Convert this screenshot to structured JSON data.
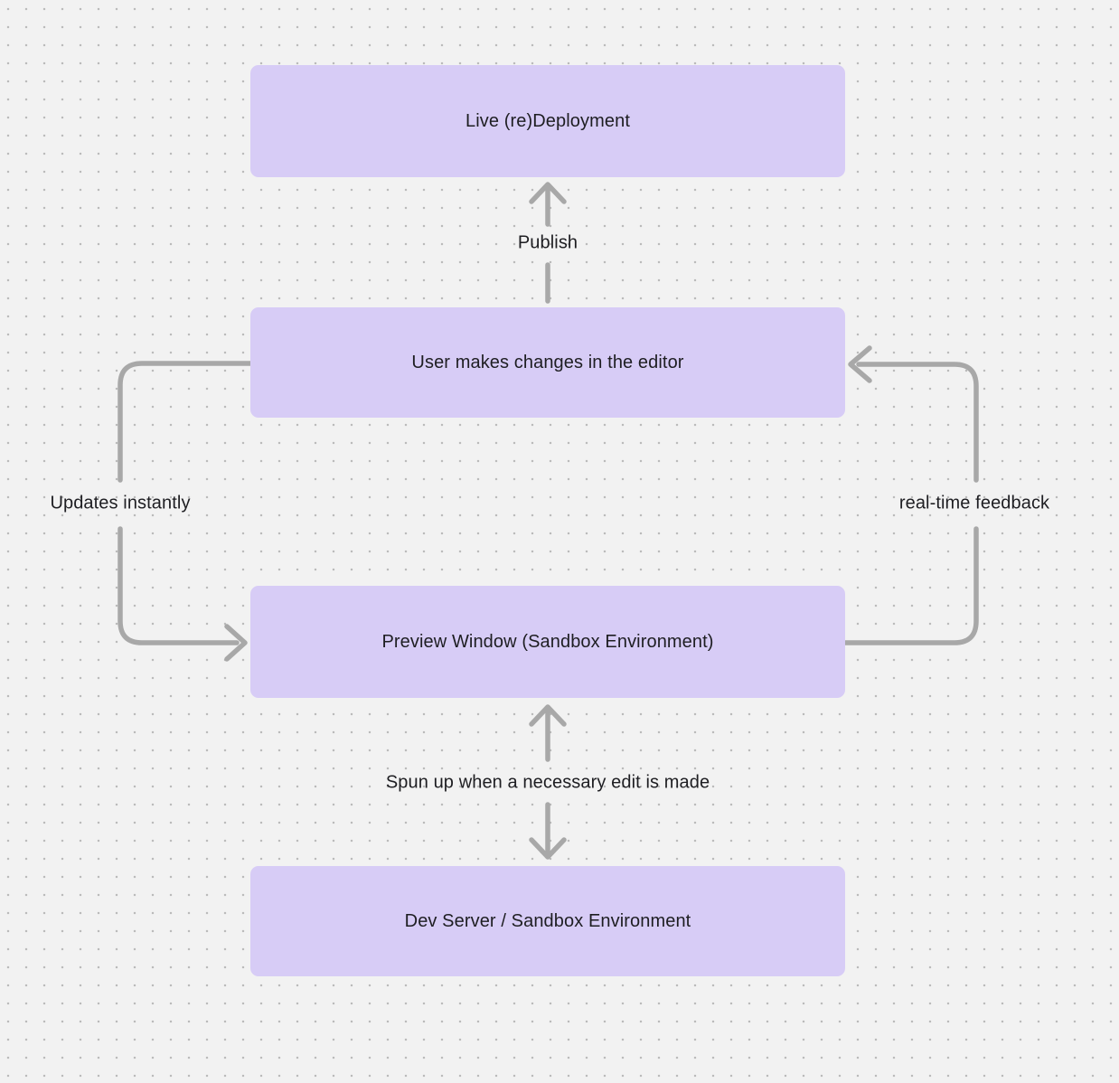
{
  "diagram": {
    "nodes": [
      {
        "id": "live-redeployment",
        "label": "Live (re)Deployment"
      },
      {
        "id": "user-editor",
        "label": "User makes changes in the editor"
      },
      {
        "id": "preview-window",
        "label": "Preview Window (Sandbox Environment)"
      },
      {
        "id": "dev-server",
        "label": "Dev Server / Sandbox Environment"
      }
    ],
    "edge_labels": [
      {
        "id": "publish",
        "label": "Publish"
      },
      {
        "id": "updates-instantly",
        "label": "Updates instantly"
      },
      {
        "id": "real-time-feedback",
        "label": "real-time feedback"
      },
      {
        "id": "spun-up",
        "label": "Spun up when a necessary edit is made"
      }
    ],
    "colors": {
      "background": "#f2f2f2",
      "dot": "#b9b9b9",
      "node_fill": "#d7ccf6",
      "node_text": "#1e1e22",
      "arrow": "#a8a8a8",
      "label_text": "#1e1e22"
    }
  }
}
